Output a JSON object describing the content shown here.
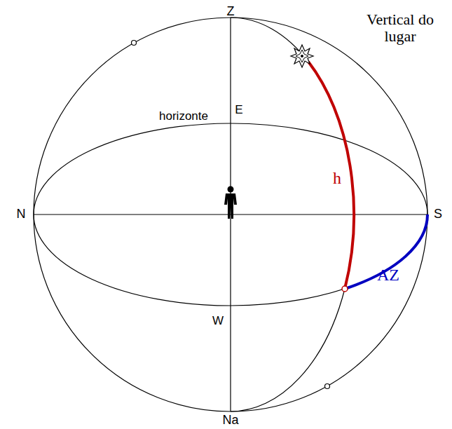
{
  "diagram": {
    "labels": [
      "Z",
      "Vertical do lugar",
      "E",
      "horizonte",
      "N",
      "S",
      "h",
      "W",
      "AZ",
      "Na"
    ]
  }
}
